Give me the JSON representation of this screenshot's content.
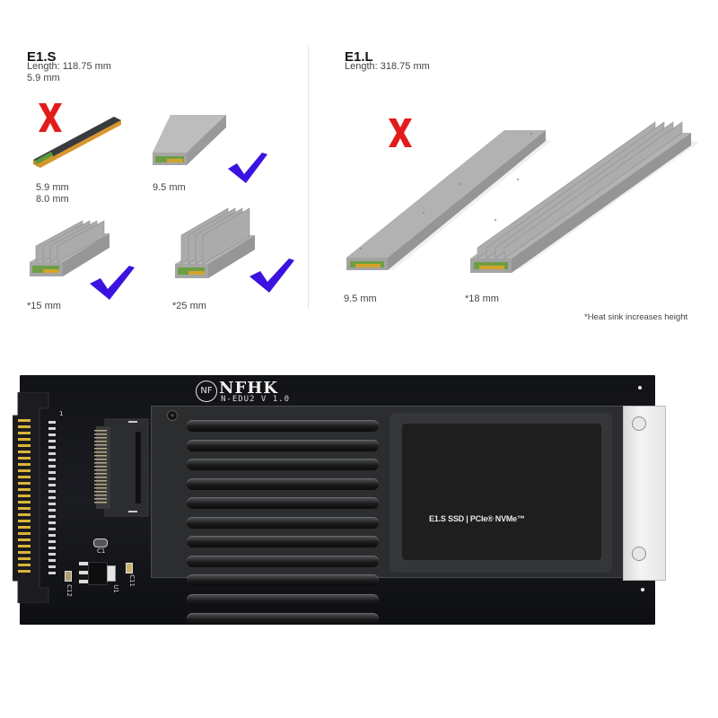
{
  "e1s": {
    "title": "E1.S",
    "length": "Length: 118.75 mm",
    "thickness": "5.9 mm",
    "variants": [
      {
        "label_line1": "5.9 mm",
        "label_line2": "8.0 mm",
        "status": "not-supported",
        "mark": "X"
      },
      {
        "label_line1": "9.5 mm",
        "status": "supported",
        "mark": "check"
      },
      {
        "label_line1": "*15 mm",
        "status": "supported",
        "mark": "check"
      },
      {
        "label_line1": "*25 mm",
        "status": "supported",
        "mark": "check"
      }
    ]
  },
  "e1l": {
    "title": "E1.L",
    "length": "Length: 318.75 mm",
    "variants": [
      {
        "label_line1": "9.5 mm",
        "status": "not-supported",
        "mark": "X"
      },
      {
        "label_line1": "*18 mm",
        "status": "neutral"
      }
    ],
    "footnote": "*Heat sink increases height"
  },
  "board": {
    "brand": "NFHK",
    "brand_badge": "NF",
    "model": "N-EDU2 V 1.0",
    "ssd_label": "E1.S SSD | PCIe® NVMe™",
    "silkscreen": {
      "c1": "C1",
      "c11": "C11",
      "c12": "C12",
      "u1": "U1",
      "pin1": "1"
    }
  },
  "colors": {
    "x_mark": "#e41b1b",
    "check_mark": "#3b12e0",
    "drive_gray": "#a9a9a9",
    "board_black": "#141518",
    "gold_contacts": "#d9b43a"
  }
}
